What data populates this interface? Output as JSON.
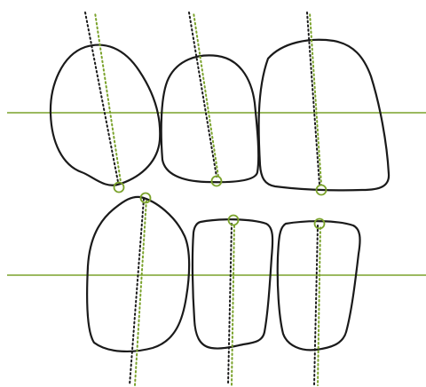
{
  "colors": {
    "outline": "#1a1a1a",
    "reference_line": "#7aa22b",
    "axis_black": "#1a1a1a",
    "axis_green": "#7aa22b",
    "marker": "#7aa22b",
    "background": "#ffffff"
  },
  "description_rows": [
    "upper-row",
    "lower-row"
  ],
  "shape_count": 6
}
